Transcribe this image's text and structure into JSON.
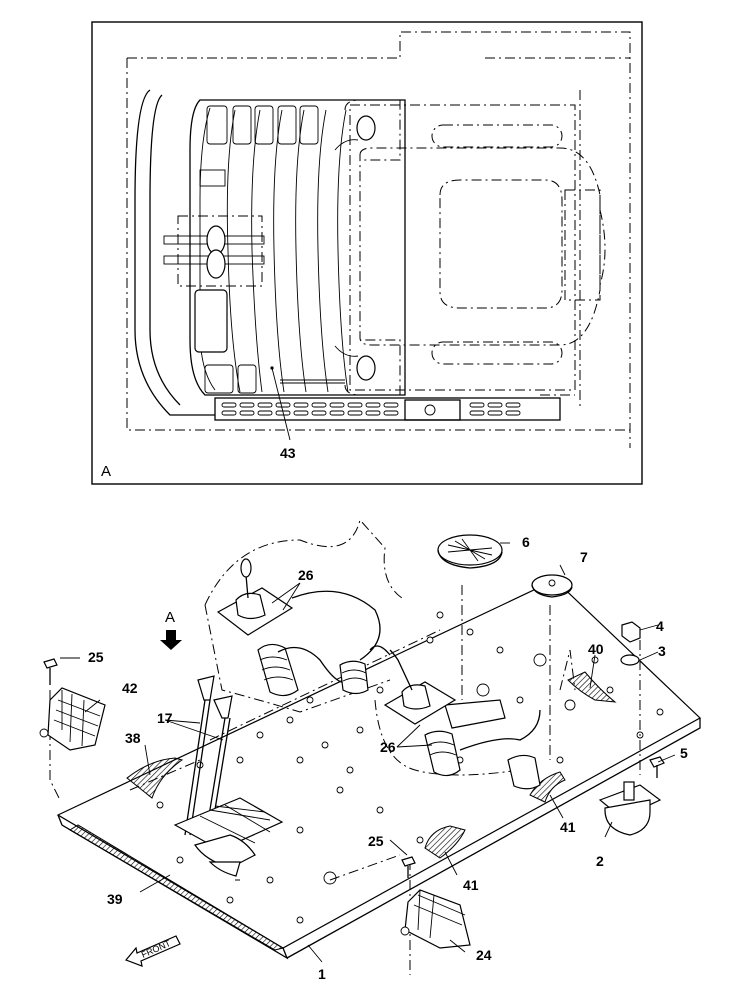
{
  "view_a": {
    "label": "A",
    "callouts": [
      "43"
    ]
  },
  "exploded_view": {
    "view_arrow_label": "A",
    "front_label": "FRONT",
    "callouts": {
      "c1": "1",
      "c2": "2",
      "c3": "3",
      "c4": "4",
      "c5": "5",
      "c6": "6",
      "c7": "7",
      "c17": "17",
      "c24": "24",
      "c25a": "25",
      "c25b": "25",
      "c26a": "26",
      "c26b": "26",
      "c38": "38",
      "c39": "39",
      "c40": "40",
      "c41a": "41",
      "c41b": "41",
      "c42": "42"
    }
  }
}
